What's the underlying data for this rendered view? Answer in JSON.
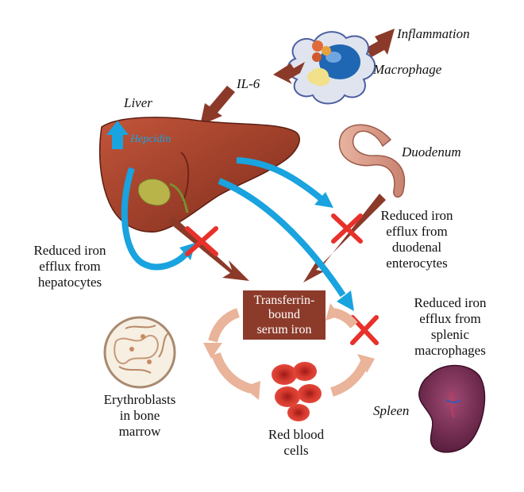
{
  "labels": {
    "inflammation": "Inflammation",
    "macrophage": "Macrophage",
    "il6": "IL-6",
    "liver": "Liver",
    "hepcidin": "Hepcidin",
    "duodenum": "Duodenum",
    "reduced_hepatocytes": [
      "Reduced iron",
      "efflux from",
      "hepatocytes"
    ],
    "reduced_duodenal": [
      "Reduced iron",
      "efflux from",
      "duodenal",
      "enterocytes"
    ],
    "reduced_splenic": [
      "Reduced iron",
      "efflux from",
      "splenic",
      "macrophages"
    ],
    "transferrin": [
      "Transferrin-",
      "bound",
      "serum iron"
    ],
    "erythroblasts": [
      "Erythroblasts",
      "in bone",
      "marrow"
    ],
    "red_blood_cells": [
      "Red blood",
      "cells"
    ],
    "spleen": "Spleen"
  },
  "colors": {
    "arrow_brown": "#8b3a2a",
    "arrow_blue": "#19a3df",
    "cross_red": "#e8312a",
    "liver": "#9c3b25",
    "box": "#8c3b2b",
    "cycle_arrow": "#e9b49a"
  }
}
